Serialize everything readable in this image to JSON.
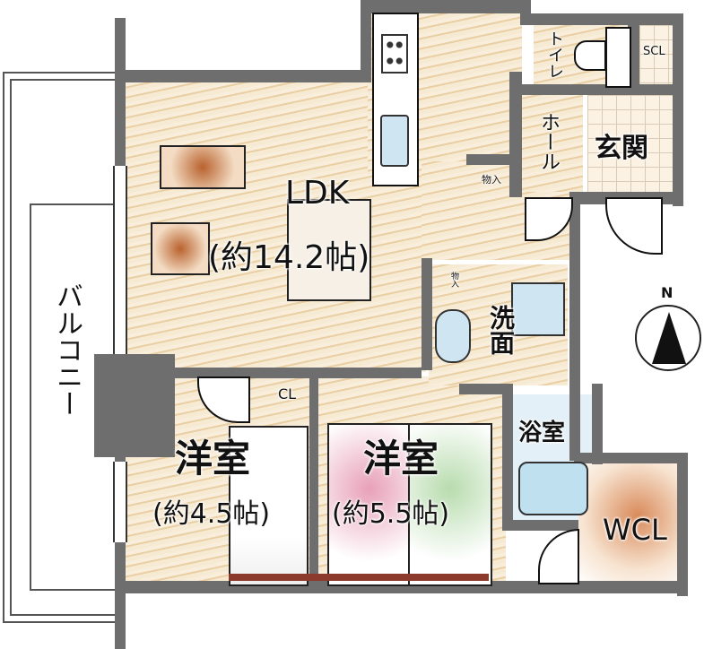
{
  "rooms": {
    "ldk": {
      "name": "LDK",
      "size": "(約14.2帖)"
    },
    "western_room_1": {
      "name": "洋室",
      "size": "(約4.5帖)"
    },
    "western_room_2": {
      "name": "洋室",
      "size": "(約5.5帖)"
    },
    "washroom": "洗面",
    "bathroom": "浴室",
    "toilet": "トイレ",
    "hall": "ホール",
    "entrance": "玄関",
    "shoe_closet": "SCL",
    "walk_in_closet": "WCL",
    "closet": "CL",
    "storage_1": "物入",
    "storage_2": "物入",
    "balcony": "バルコニー"
  },
  "compass": {
    "label": "N"
  },
  "colors": {
    "wall": "#6e6e6e",
    "floor": "#f3e2c4"
  }
}
